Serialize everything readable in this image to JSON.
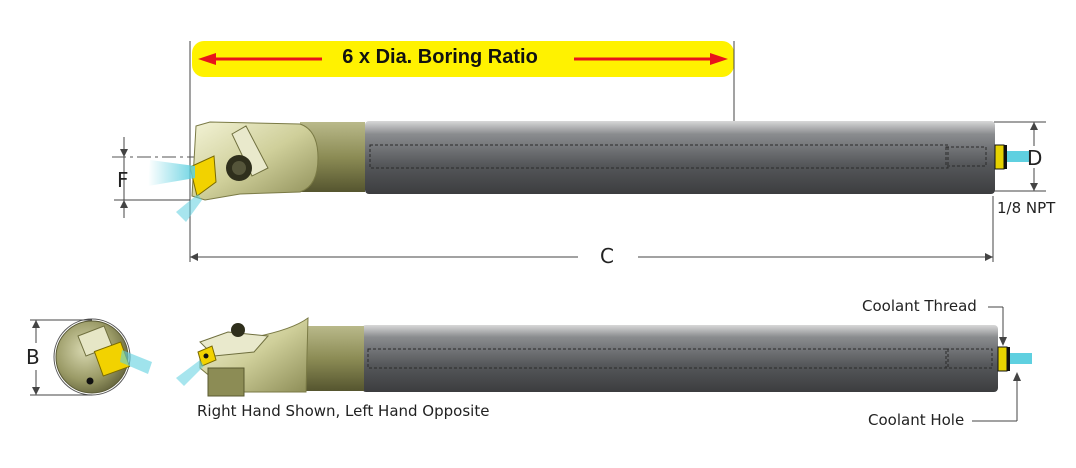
{
  "banner": {
    "text": "6 x Dia. Boring Ratio"
  },
  "labels": {
    "f": "F",
    "d": "D",
    "c": "C",
    "b": "B",
    "npt": "1/8 NPT",
    "coolant_thread": "Coolant Thread",
    "coolant_hole": "Coolant Hole",
    "hand_note": "Right Hand Shown, Left Hand Opposite"
  },
  "colors": {
    "banner_yellow": "#fff200",
    "arrow_red": "#e8141b",
    "shank_gray": "#6d6f72",
    "head_olive": "#8f8f54",
    "insert_yellow": "#f2d200",
    "coolant_cyan": "#5fd0e0"
  }
}
